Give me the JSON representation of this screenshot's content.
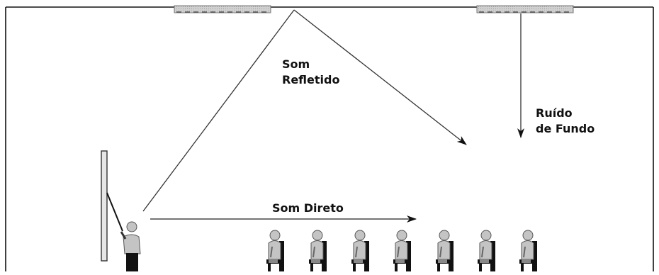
{
  "labels": {
    "reflected_line1": "Som",
    "reflected_line2": "Refletido",
    "noise_line1": "Ruído",
    "noise_line2": "de Fundo",
    "direct": "Som Direto"
  },
  "colors": {
    "line": "#222222",
    "ceiling_panel": "#bdbdbd",
    "person": "#c4c4c4",
    "person_outline": "#555555",
    "chair": "#111111",
    "board": "#e6e6e6"
  },
  "icons": [
    "ceiling-panel-icon",
    "speaker-person-icon",
    "listener-person-icon",
    "chair-icon",
    "whiteboard-icon"
  ]
}
